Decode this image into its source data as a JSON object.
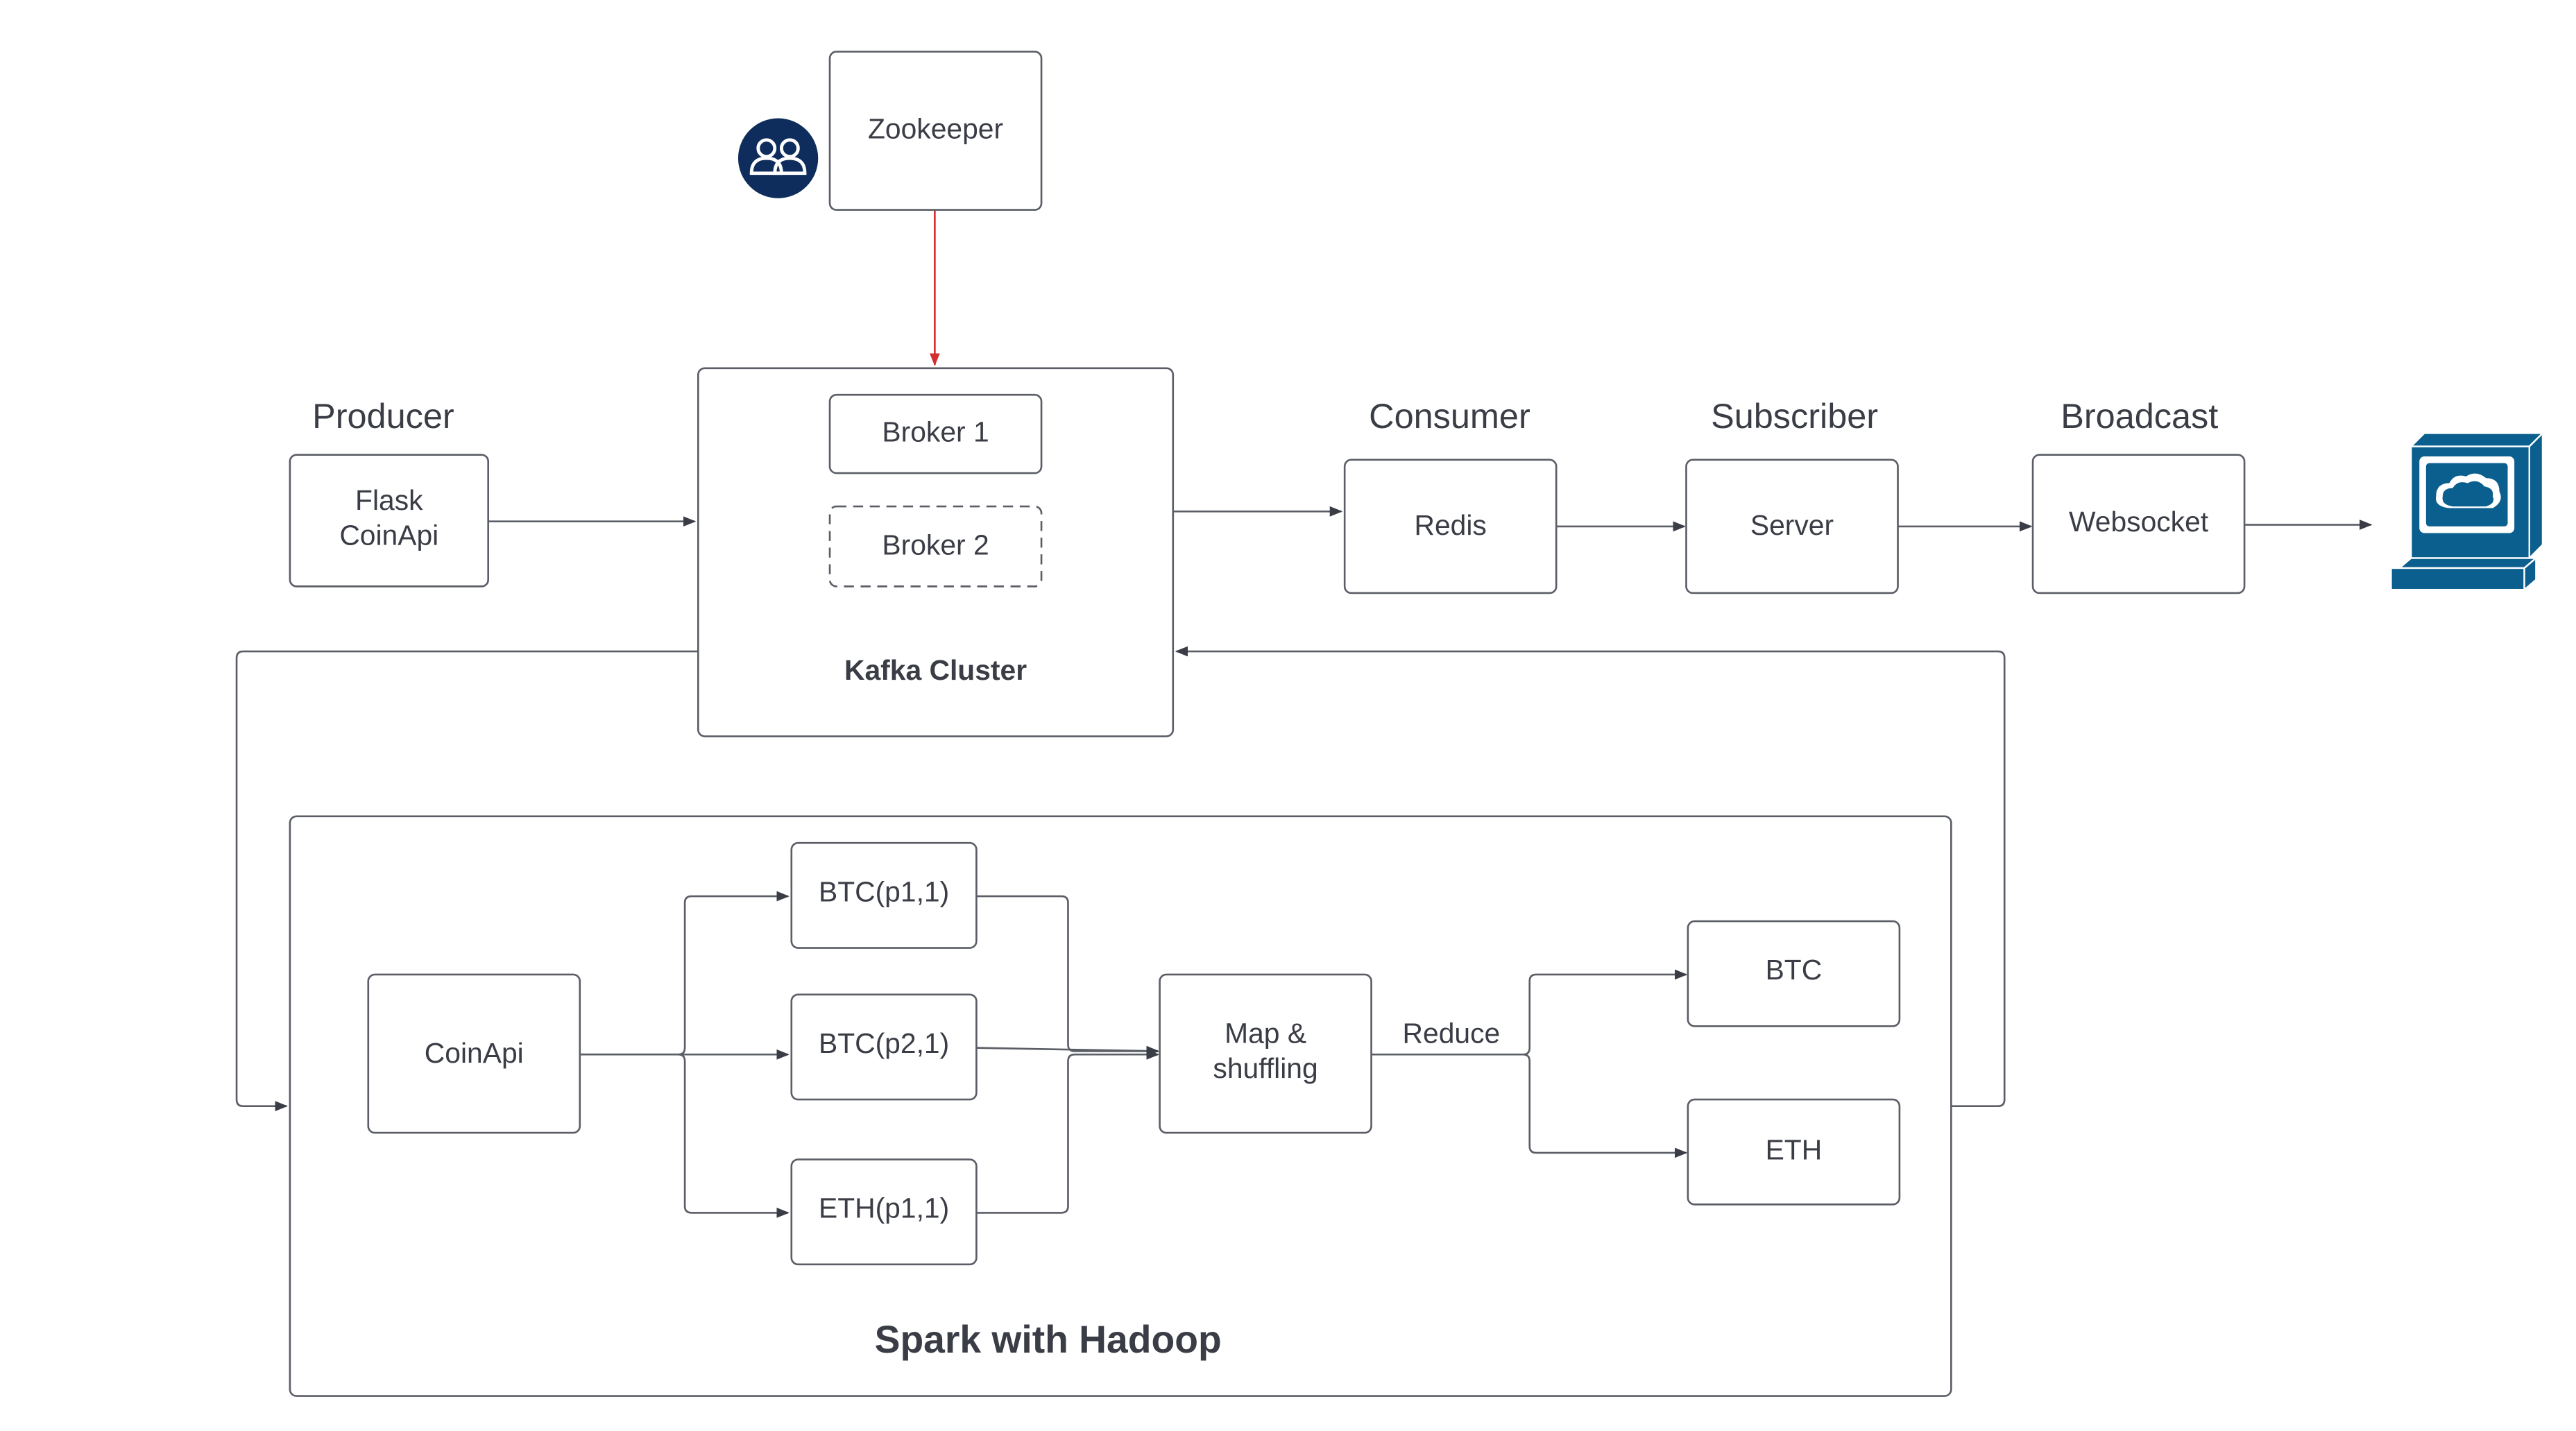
{
  "colors": {
    "stroke": "#5b5e66",
    "text": "#3a3d45",
    "zookeeper_arrow": "#d32f2f",
    "badge_bg": "#0f2d5c",
    "computer_icon": "#0b5f8e"
  },
  "icons": {
    "zookeeper_badge": "users-group-icon",
    "client": "computer-terminal-icon"
  },
  "headers": {
    "producer": "Producer",
    "consumer": "Consumer",
    "subscriber": "Subscriber",
    "broadcast": "Broadcast"
  },
  "nodes": {
    "zookeeper": "Zookeeper",
    "flask_line1": "Flask",
    "flask_line2": "CoinApi",
    "broker1": "Broker 1",
    "broker2": "Broker 2",
    "kafka_cluster": "Kafka Cluster",
    "redis": "Redis",
    "server": "Server",
    "websocket": "Websocket"
  },
  "spark": {
    "title": "Spark with Hadoop",
    "coinapi": "CoinApi",
    "btc_p1": "BTC(p1,1)",
    "btc_p2": "BTC(p2,1)",
    "eth_p1": "ETH(p1,1)",
    "map_line1": "Map &",
    "map_line2": "shuffling",
    "reduce": "Reduce",
    "btc": "BTC",
    "eth": "ETH"
  }
}
